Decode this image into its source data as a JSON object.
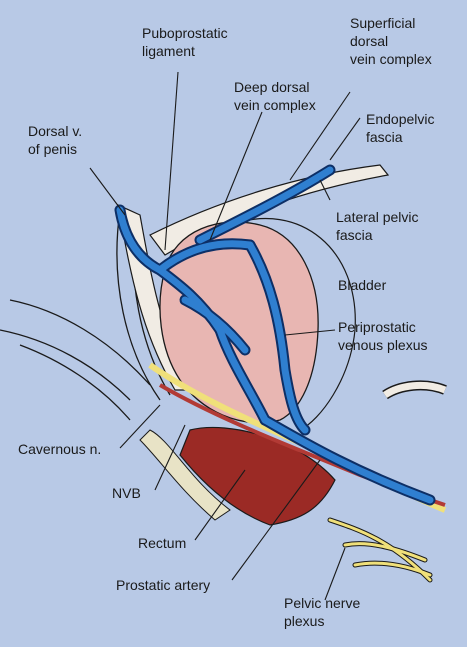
{
  "background_color": "#b8c9e6",
  "colors": {
    "vein": "#2f7fd0",
    "vein_outline": "#0d2f66",
    "prostate": "#e8b6b2",
    "bladder_fascia": "#f1ece4",
    "nerve": "#f0e07a",
    "rectum": "#9b2a25",
    "outline": "#1a1a1a"
  },
  "labels": {
    "puboprostatic": {
      "line1": "Puboprostatic",
      "line2": "ligament"
    },
    "superficial": {
      "line1": "Superficial",
      "line2": "dorsal",
      "line3": "vein complex"
    },
    "deep_dorsal": {
      "line1": "Deep dorsal",
      "line2": "vein complex"
    },
    "endopelvic": {
      "line1": "Endopelvic",
      "line2": "fascia"
    },
    "dorsal_v": {
      "line1": "Dorsal v.",
      "line2": "of penis"
    },
    "lateral_pelvic": {
      "line1": "Lateral pelvic",
      "line2": "fascia"
    },
    "bladder": {
      "line1": "Bladder"
    },
    "periprostatic": {
      "line1": "Periprostatic",
      "line2": "venous plexus"
    },
    "cavernous": {
      "line1": "Cavernous n."
    },
    "nvb": {
      "line1": "NVB"
    },
    "rectum": {
      "line1": "Rectum"
    },
    "prostatic_artery": {
      "line1": "Prostatic artery"
    },
    "pelvic_nerve": {
      "line1": "Pelvic nerve",
      "line2": "plexus"
    }
  }
}
